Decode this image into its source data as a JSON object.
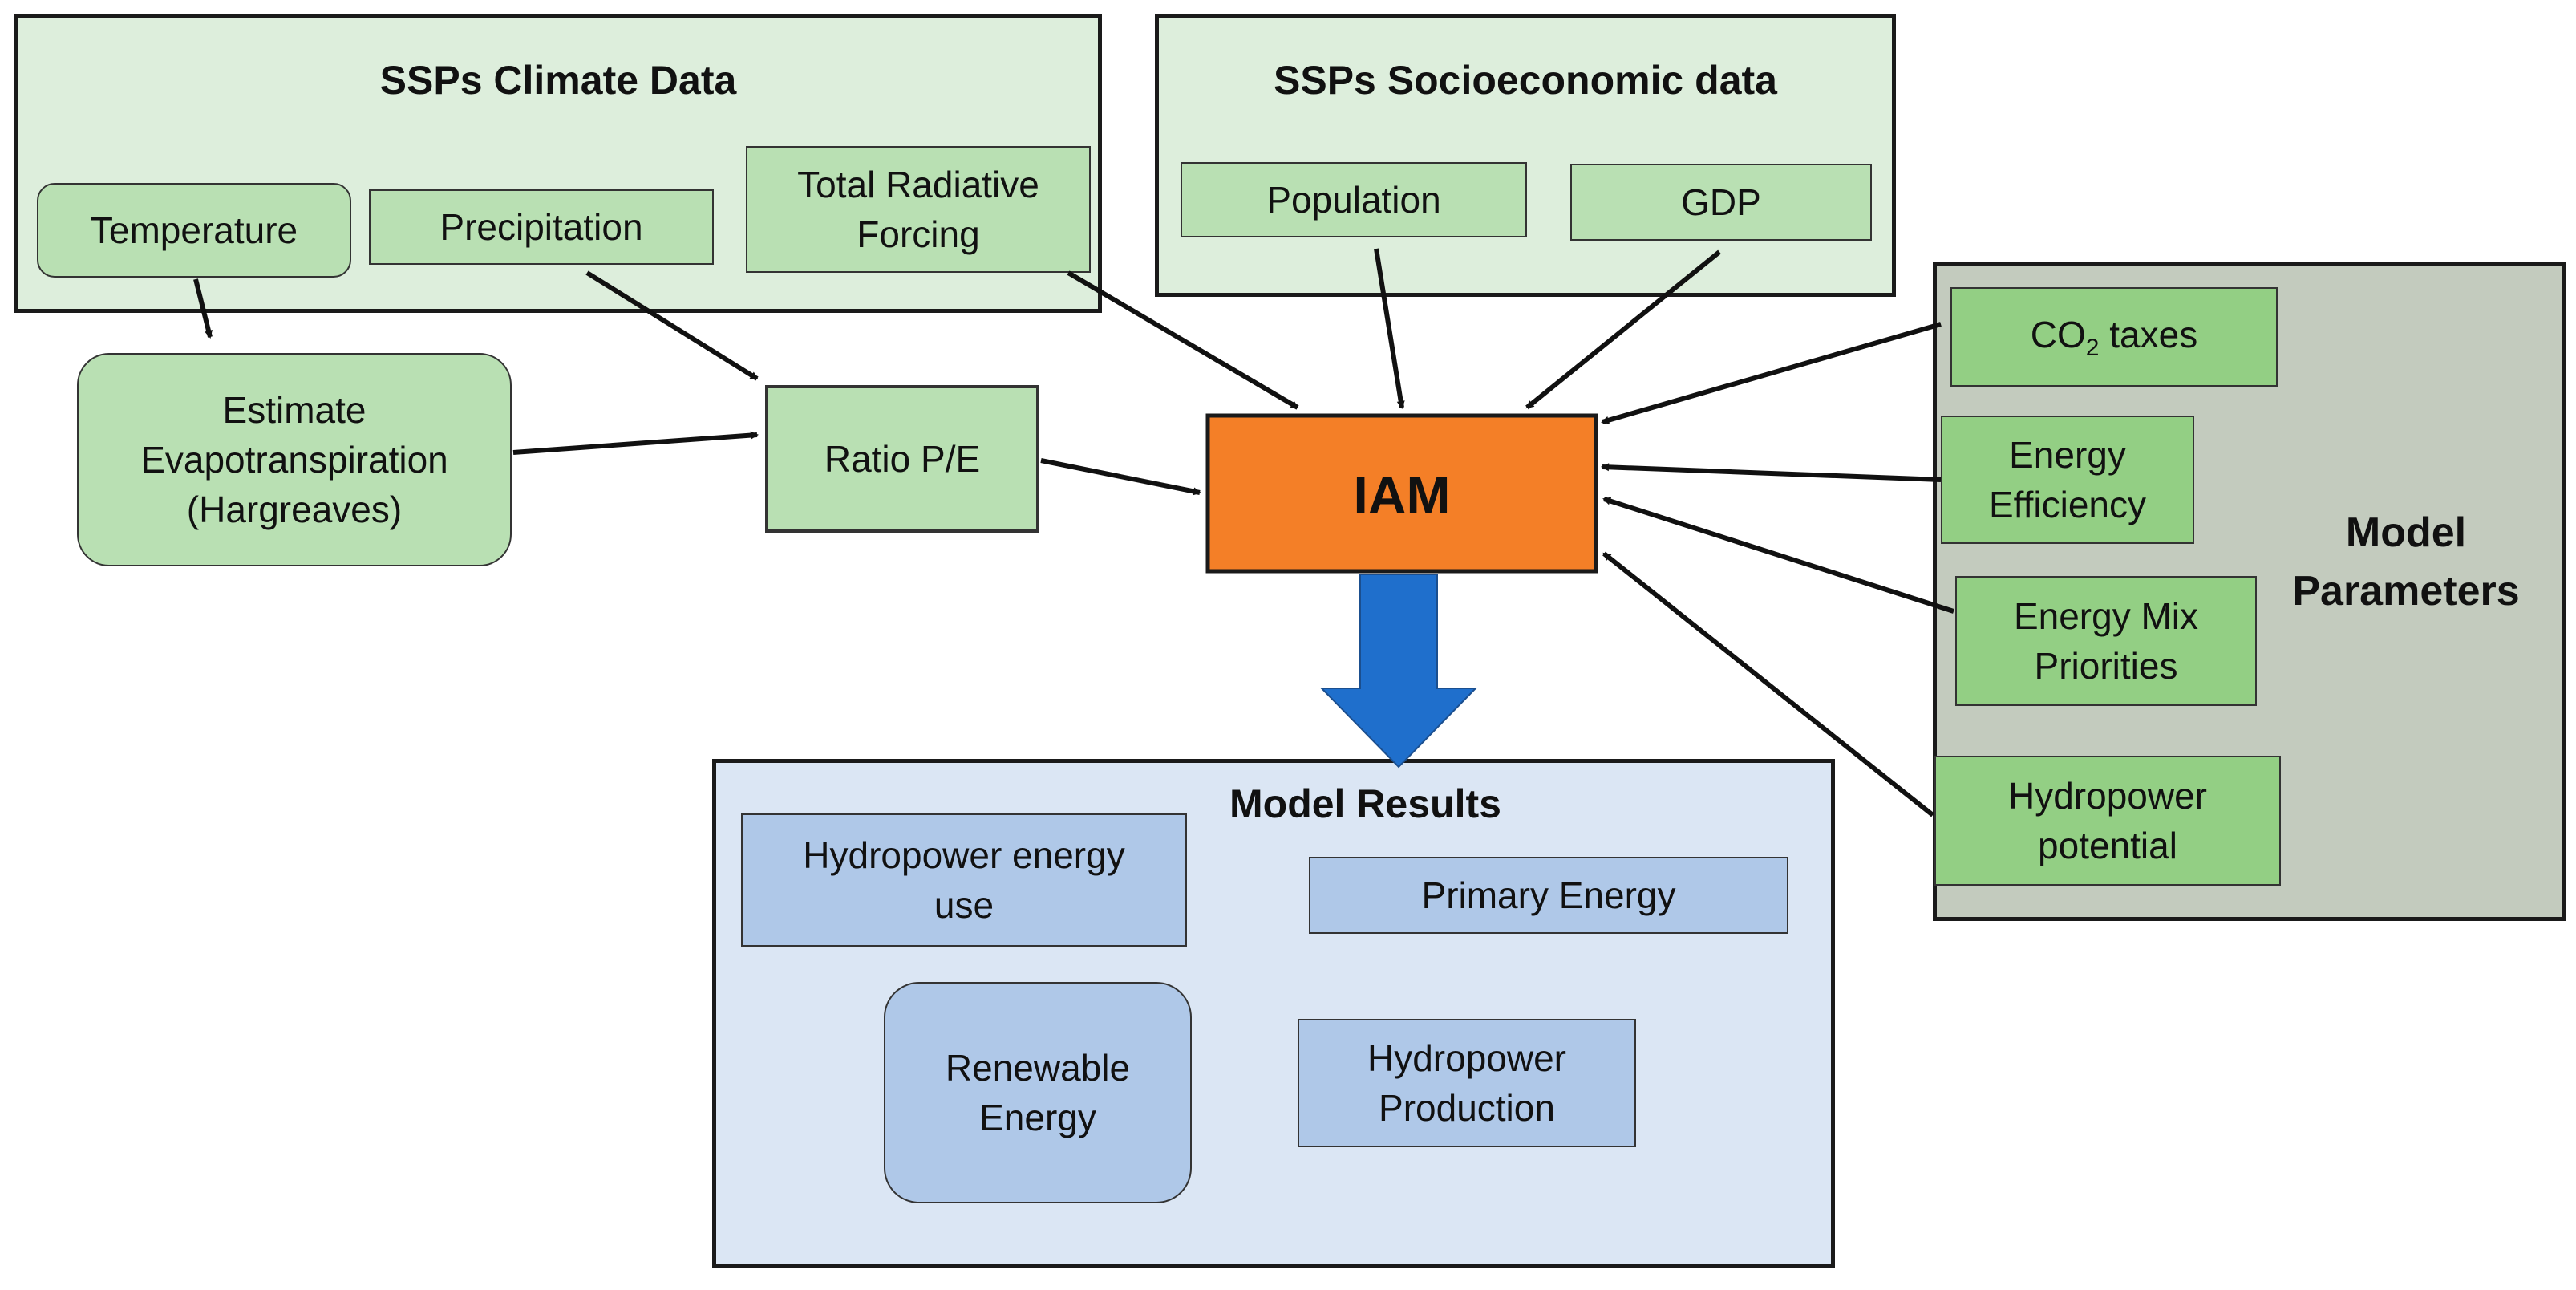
{
  "climate": {
    "title": "SSPs Climate Data",
    "temperature": "Temperature",
    "precipitation": "Precipitation",
    "radiative": "Total Radiative Forcing"
  },
  "socio": {
    "title": "SSPs Socioeconomic data",
    "population": "Population",
    "gdp": "GDP"
  },
  "evapo": {
    "line1": "Estimate",
    "line2": "Evapotranspiration",
    "line3": "(Hargreaves)"
  },
  "ratio": "Ratio P/E",
  "iam": "IAM",
  "params": {
    "title_line1": "Model",
    "title_line2": "Parameters",
    "co2_prefix": "CO",
    "co2_sub": "2",
    "co2_suffix": " taxes",
    "efficiency_line1": "Energy",
    "efficiency_line2": "Efficiency",
    "mix_line1": "Energy Mix",
    "mix_line2": "Priorities",
    "hydro_line1": "Hydropower",
    "hydro_line2": "potential"
  },
  "results": {
    "title": "Model Results",
    "hydro_use_line1": "Hydropower energy",
    "hydro_use_line2": "use",
    "primary": "Primary Energy",
    "renewable_line1": "Renewable",
    "renewable_line2": "Energy",
    "production_line1": "Hydropower",
    "production_line2": "Production"
  },
  "colors": {
    "green_group": "#ddeedc",
    "green_box": "#b9e0b3",
    "param_box": "#93cf84",
    "gray_group": "#c3cbbe",
    "blue_group": "#dbe6f4",
    "blue_box": "#afc8e8",
    "iam_orange": "#f47f27",
    "arrow_blue": "#1f6fcc"
  }
}
